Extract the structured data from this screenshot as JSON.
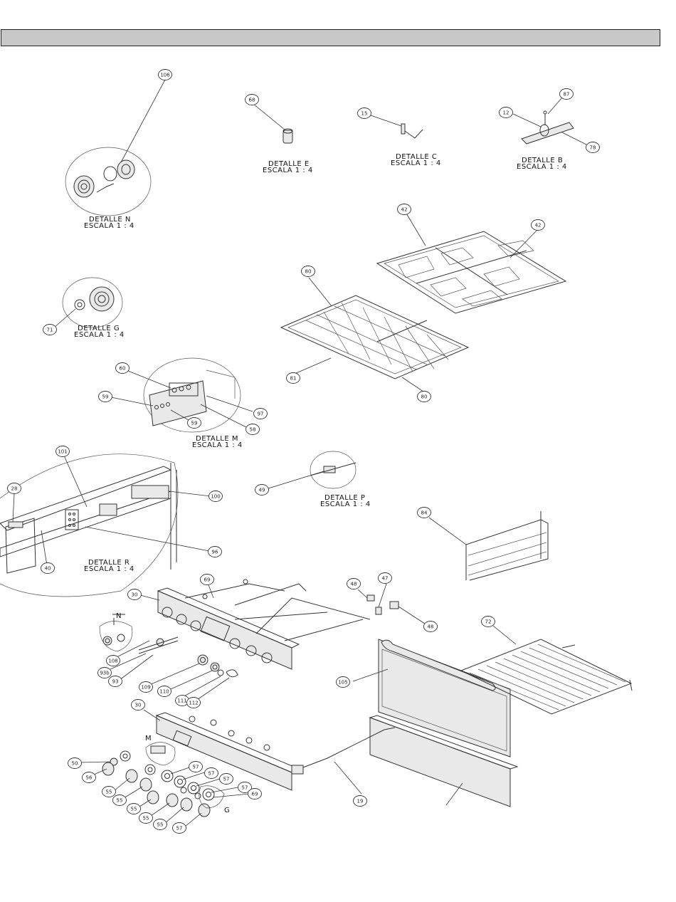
{
  "header": {
    "title": ""
  },
  "details": [
    {
      "id": "N",
      "title": "DETALLE N",
      "scale": "ESCALA 1 : 4"
    },
    {
      "id": "E",
      "title": "DETALLE E",
      "scale": "ESCALA 1 : 4"
    },
    {
      "id": "C",
      "title": "DETALLE C",
      "scale": "ESCALA 1 : 4"
    },
    {
      "id": "B",
      "title": "DETALLE B",
      "scale": "ESCALA 1 : 4"
    },
    {
      "id": "G",
      "title": "DETALLE G",
      "scale": "ESCALA 1 : 4"
    },
    {
      "id": "M",
      "title": "DETALLE M",
      "scale": "ESCALA 1 : 4"
    },
    {
      "id": "P",
      "title": "DETALLE P",
      "scale": "ESCALA 1 : 4"
    },
    {
      "id": "R",
      "title": "DETALLE R",
      "scale": "ESCALA 1 : 4"
    }
  ],
  "callouts": [
    "106",
    "68",
    "15",
    "87",
    "12",
    "78",
    "42",
    "42",
    "80",
    "81",
    "80",
    "71",
    "60",
    "59",
    "59",
    "97",
    "58",
    "101",
    "28",
    "100",
    "96",
    "40",
    "49",
    "84",
    "69",
    "30",
    "48",
    "47",
    "48",
    "72",
    "105",
    "108",
    "93b",
    "93",
    "109",
    "110",
    "111",
    "112",
    "30",
    "50",
    "56",
    "55",
    "55",
    "55",
    "55",
    "55",
    "57",
    "57",
    "57",
    "57",
    "57",
    "69",
    "19"
  ],
  "markers": {
    "N": "N",
    "M": "M",
    "G": "G"
  }
}
